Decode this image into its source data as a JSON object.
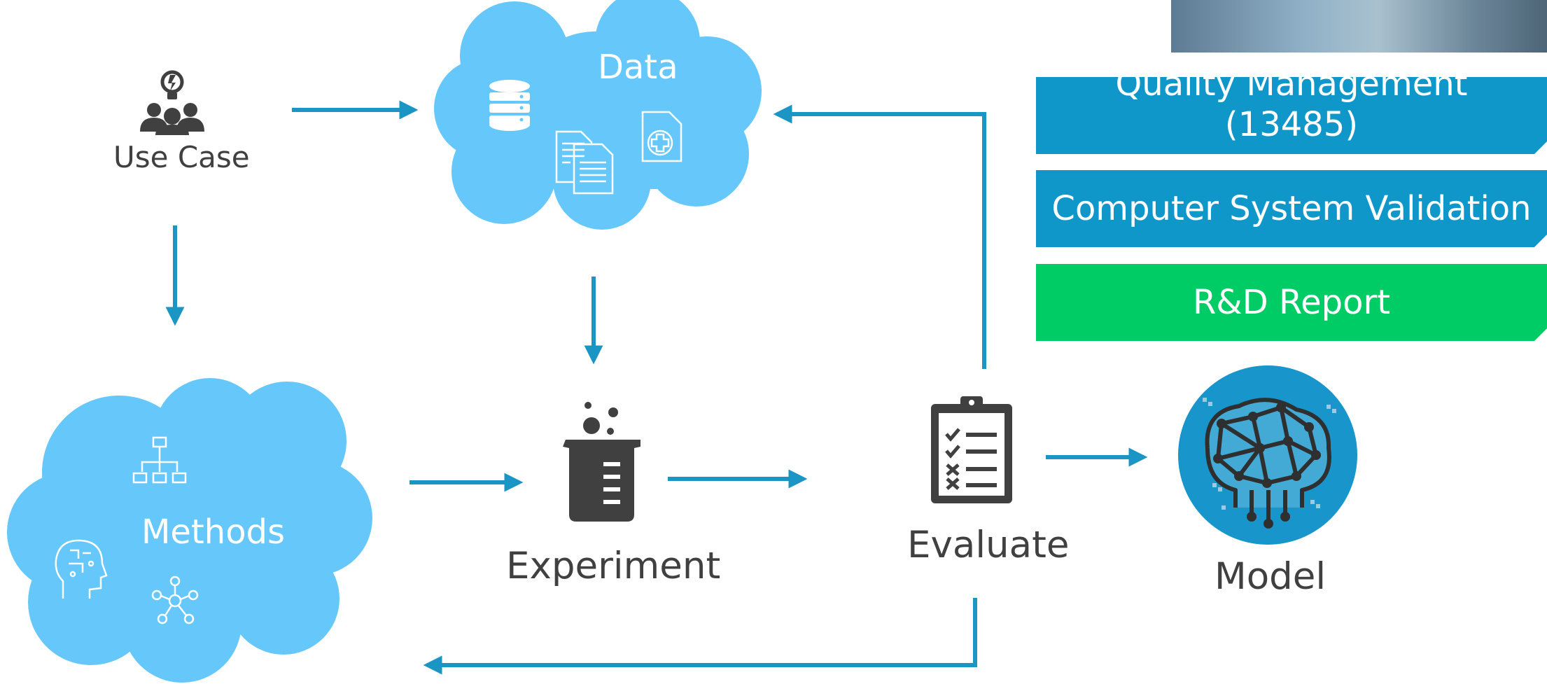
{
  "nodes": {
    "use_case": "Use Case",
    "data": "Data",
    "methods": "Methods",
    "experiment": "Experiment",
    "evaluate": "Evaluate",
    "model": "Model"
  },
  "banners": {
    "quality_line1": "Quality Management",
    "quality_line2": "(13485)",
    "validation": "Computer System Validation",
    "report": "R&D Report"
  },
  "colors": {
    "arrow": "#1a95c4",
    "cloud": "#66c7fb",
    "icon_dark": "#404040",
    "banner_blue": "#0f97c9",
    "banner_green": "#00cc66",
    "model_circle": "#1896cc"
  },
  "icons": {
    "use_case": "team-idea-icon",
    "database": "database-icon",
    "documents": "documents-icon",
    "medical_file": "medical-file-icon",
    "hierarchy": "hierarchy-icon",
    "ai_head": "ai-head-icon",
    "network": "network-icon",
    "beaker": "beaker-icon",
    "checklist": "checklist-icon",
    "brain": "neural-brain-icon"
  }
}
